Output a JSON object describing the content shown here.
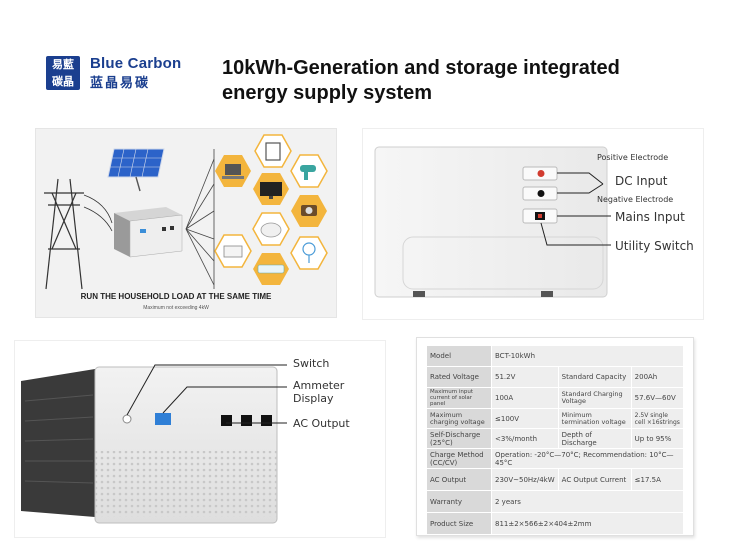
{
  "header": {
    "brand_en": "Blue Carbon",
    "brand_cn": "蓝晶易碳",
    "logo_glyph_top": "易藍",
    "logo_glyph_bottom": "碳晶",
    "title_line1": "10kWh-Generation and storage integrated",
    "title_line2": "energy supply system",
    "brand_color": "#1b3f8f"
  },
  "scene": {
    "caption": "RUN THE HOUSEHOLD LOAD AT THE SAME TIME",
    "caption_sub": "Maximum not exceeding 4kW",
    "icons": [
      "solar-panel-icon",
      "power-tower-icon",
      "battery-unit-icon",
      "tablet-icon",
      "laptop-icon",
      "tv-icon",
      "hair-dryer-icon",
      "camera-icon",
      "rice-cooker-icon",
      "fan-icon",
      "freezer-icon",
      "air-conditioner-icon"
    ],
    "hex_color": "#f3b53d"
  },
  "dc_panel": {
    "positive_label": "Positive Electrode",
    "dc_input_label": "DC Input",
    "negative_label": "Negative Electrode",
    "mains_input_label": "Mains Input",
    "utility_switch_label": "Utility Switch"
  },
  "front_panel": {
    "switch_label": "Switch",
    "ammeter_label": "Ammeter Display",
    "ac_output_label": "AC Output"
  },
  "spec": {
    "rows": [
      {
        "k1": "Model",
        "v1": "BCT-10kWh",
        "k2": "",
        "v2": ""
      },
      {
        "k1": "Rated Voltage",
        "v1": "51.2V",
        "k2": "Standard Capacity",
        "v2": "200Ah"
      },
      {
        "k1": "Maximum input current of solar panel",
        "v1": "100A",
        "k2": "Standard Charging Voltage",
        "v2": "57.6V—60V"
      },
      {
        "k1": "Maximum charging voltage",
        "v1": "≤100V",
        "k2": "Minimum termination voltage",
        "v2": "2.5V single cell ×16strings"
      },
      {
        "k1": "Self-Discharge (25°C)",
        "v1": "<3%/month",
        "k2": "Depth of Discharge",
        "v2": "Up to 95%"
      },
      {
        "k1": "Charge Method (CC/CV)",
        "v1": "Operation: -20°C—70°C; Recommendation: 10°C—45°C",
        "k2": "",
        "v2": ""
      },
      {
        "k1": "AC Output",
        "v1": "230V~50Hz/4kW",
        "k2": "AC Output Current",
        "v2": "≤17.5A"
      },
      {
        "k1": "Warranty",
        "v1": "2 years",
        "k2": "",
        "v2": ""
      },
      {
        "k1": "Product Size",
        "v1": "811±2×566±2×404±2mm",
        "k2": "",
        "v2": ""
      }
    ]
  }
}
